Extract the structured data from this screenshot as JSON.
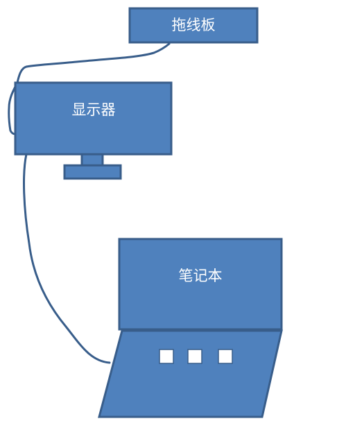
{
  "labels": {
    "power_strip": "拖线板",
    "monitor": "显示器",
    "laptop": "笔记本"
  },
  "colors": {
    "fill": "#4f81bd",
    "stroke": "#385d8a",
    "text": "#ffffff",
    "background": "#ffffff"
  }
}
